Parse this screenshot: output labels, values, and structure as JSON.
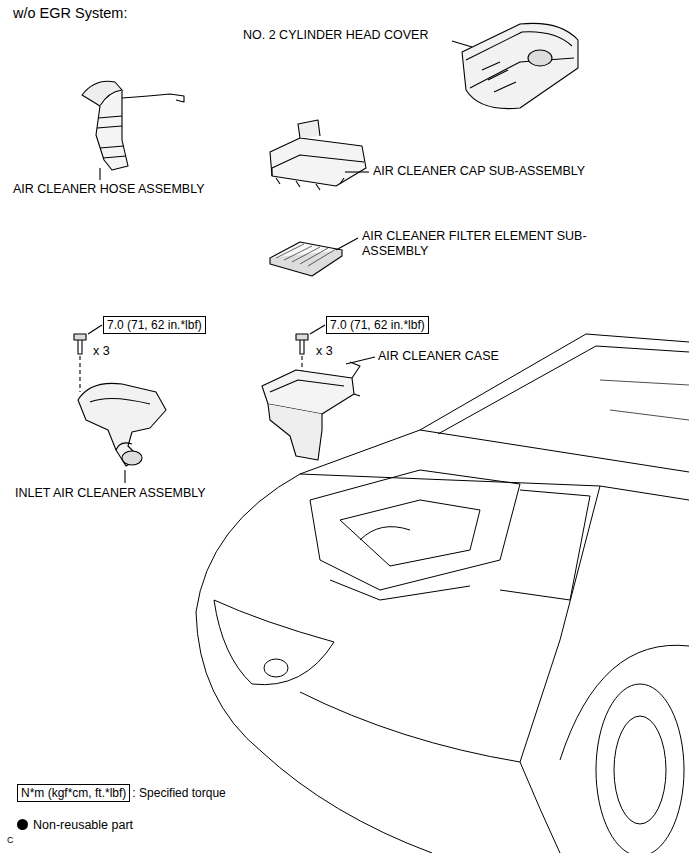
{
  "diagram": {
    "nodes": [
      {
        "text": [
          "7.0 (71, 62 in.*lbf)"
        ]
      },
      {
        "text": [
          "7.0 (71, 62 in.*lbf)"
        ]
      },
      {
        "text": [
          "N*m (kgf*cm, ft.*lbf)",
          ": Specified torque"
        ]
      }
    ],
    "labels": [
      "w/o EGR System:",
      "NO. 2 CYLINDER HEAD COVER",
      "AIR CLEANER HOSE ASSEMBLY",
      "AIR CLEANER CAP SUB-ASSEMBLY",
      "AIR CLEANER FILTER ELEMENT SUB-ASSEMBLY",
      "x 3",
      "x 3",
      "AIR CLEANER CASE",
      "INLET AIR CLEANER ASSEMBLY",
      "C"
    ],
    "legend": [
      {
        "text": "Non-reusable part"
      }
    ]
  }
}
